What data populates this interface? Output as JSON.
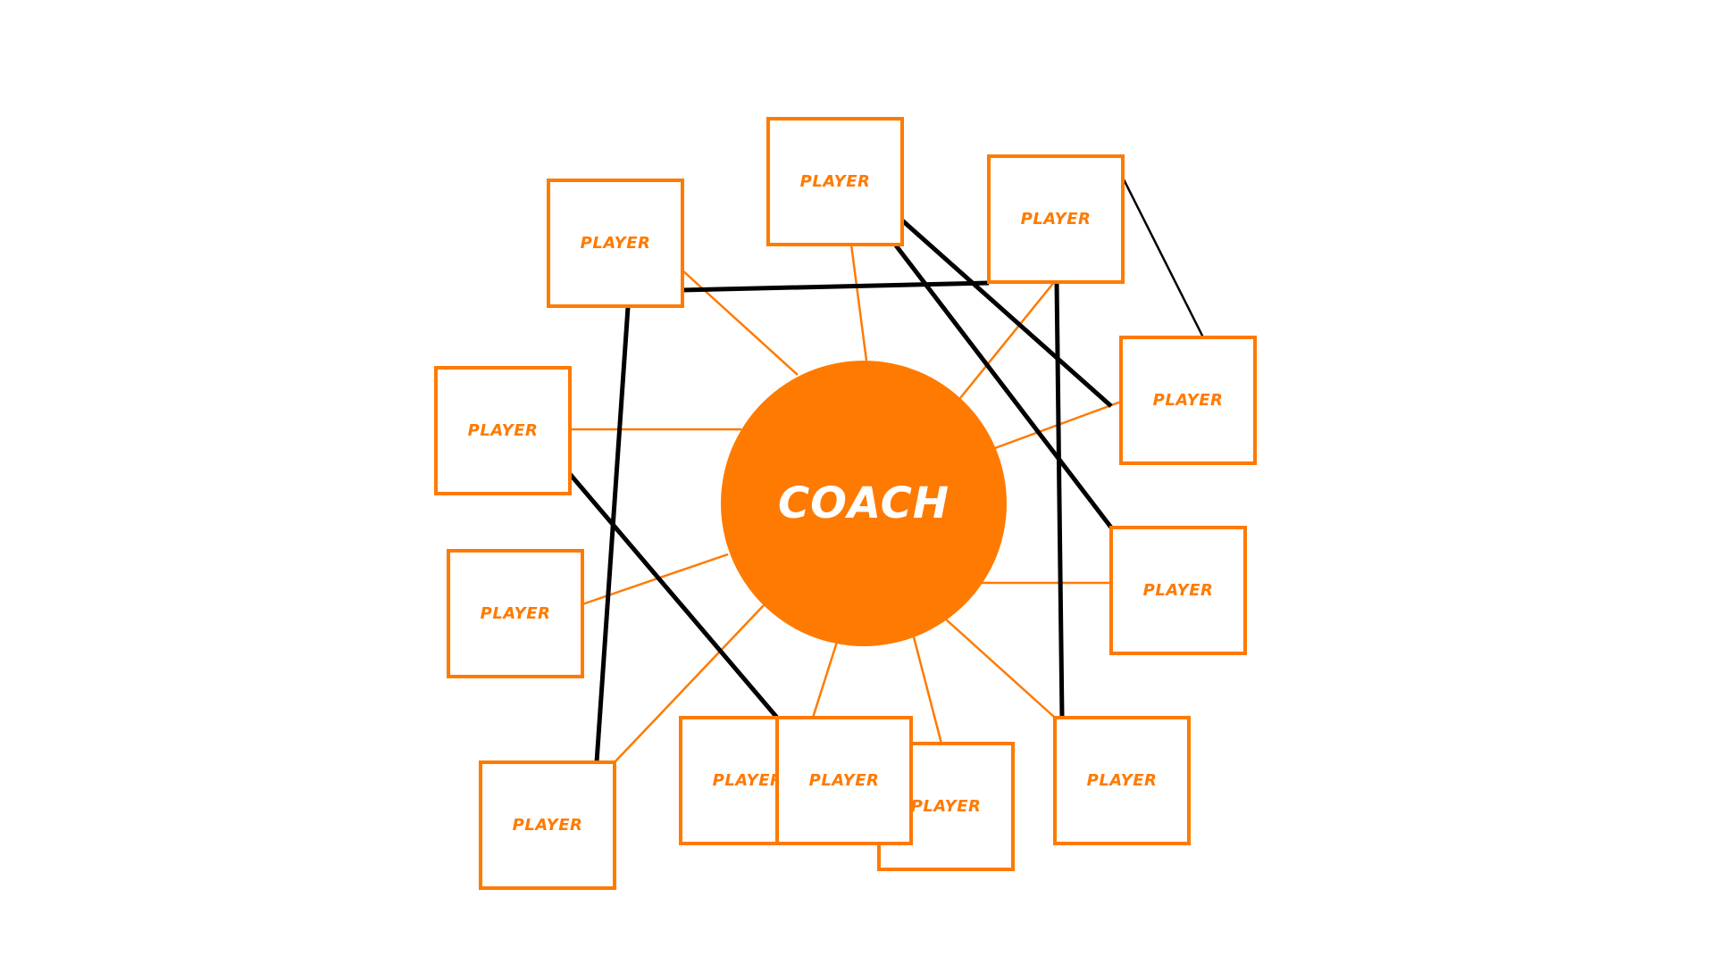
{
  "colors": {
    "accent": "#FF7A00",
    "link": "#000000",
    "background": "#FFFFFF",
    "coach_text": "#FFFFFF"
  },
  "coach": {
    "label": "COACH"
  },
  "players": [
    {
      "id": "p1",
      "label": "PLAYER"
    },
    {
      "id": "p2",
      "label": "PLAYER"
    },
    {
      "id": "p3",
      "label": "PLAYER"
    },
    {
      "id": "p4",
      "label": "PLAYER"
    },
    {
      "id": "p5",
      "label": "PLAYER"
    },
    {
      "id": "p6",
      "label": "PLAYER"
    },
    {
      "id": "p7",
      "label": "PLAYER"
    },
    {
      "id": "p8",
      "label": "PLAYER"
    },
    {
      "id": "p9",
      "label": "PLAYER"
    },
    {
      "id": "p10",
      "label": "PLAYER"
    },
    {
      "id": "p11",
      "label": "PLAYER"
    },
    {
      "id": "p12",
      "label": "PLAYER"
    }
  ],
  "connections": [
    {
      "from": "p1",
      "to": "p3",
      "weight": "thick"
    },
    {
      "from": "p1",
      "to": "p11",
      "weight": "thick"
    },
    {
      "from": "p2",
      "to": "p5",
      "weight": "thick"
    },
    {
      "from": "p2",
      "to": "p8",
      "weight": "thick"
    },
    {
      "from": "p3",
      "to": "p9",
      "weight": "thick"
    },
    {
      "from": "p3",
      "to": "p4",
      "weight": "thin"
    },
    {
      "from": "p6",
      "to": "p12",
      "weight": "thick"
    }
  ]
}
